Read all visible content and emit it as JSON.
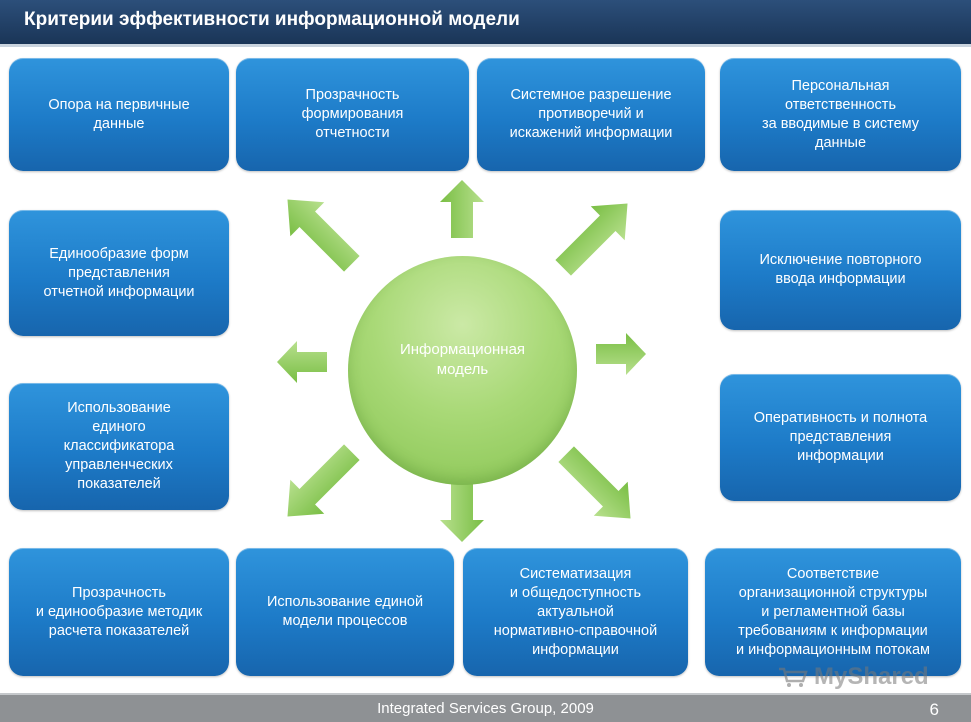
{
  "header": {
    "title": "Критерии эффективности информационной модели"
  },
  "center": {
    "label": "Информационная\nмодель"
  },
  "boxes": [
    "Опора на первичные\nданные",
    "Прозрачность\nформирования\nотчетности",
    "Системное разрешение\nпротиворечий и\nискажений информации",
    "Персональная\nответственность\nза вводимые в систему\nданные",
    "Единообразие форм\nпредставления\nотчетной информации",
    "Исключение повторного\nввода информации",
    "Использование\nединого\nклассификатора\nуправленческих\nпоказателей",
    "Оперативность и полнота\nпредставления\nинформации",
    "Прозрачность\nи единообразие методик\nрасчета показателей",
    "Использование единой\nмодели процессов",
    "Систематизация\nи общедоступность\nактуальной\nнормативно-справочной\nинформации",
    "Соответствие\nорганизационной структуры\nи регламентной базы\nтребованиям к информации\nи информационным потокам"
  ],
  "footer": {
    "text": "Integrated Services Group, 2009",
    "page": "6"
  },
  "watermark": {
    "text": "MyShared"
  },
  "colors": {
    "header_bg": "#1f3d63",
    "box_blue": "#1d7bc8",
    "arrow_green": "#8fcb5a",
    "center_green": "#a9d977",
    "footer_gray": "#8e9194"
  }
}
